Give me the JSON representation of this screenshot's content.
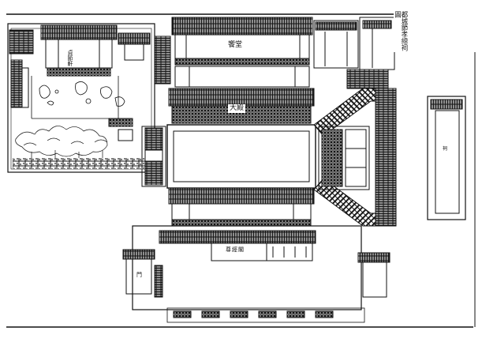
{
  "title": "都城節孝總祠圖",
  "labels": {
    "hall": "饗堂",
    "main_hall": "大殿",
    "left_pavilion": "貞節軒",
    "rear_building": "尊經閣",
    "side_gate": "門",
    "shrine": "祠"
  },
  "colors": {
    "ink": "#111111",
    "paper": "#ffffff"
  }
}
